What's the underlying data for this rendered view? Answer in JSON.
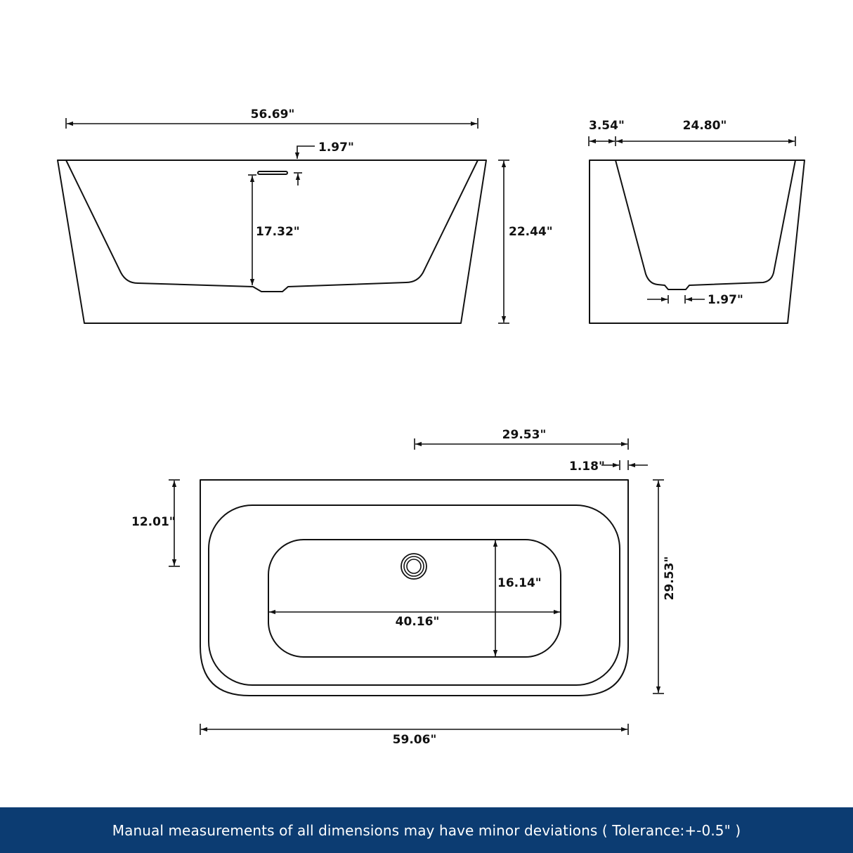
{
  "front_view": {
    "overall_length": "56.69\"",
    "overflow_height": "1.97\"",
    "inner_depth": "17.32\"",
    "overall_height": "22.44\""
  },
  "side_view": {
    "rim_offset": "3.54\"",
    "inner_width": "24.80\"",
    "drain_width": "1.97\""
  },
  "top_view": {
    "drain_to_edge": "29.53\"",
    "wall_thickness": "1.18\"",
    "drain_center_offset": "12.01\"",
    "overall_width": "29.53\"",
    "basin_width": "16.14\"",
    "basin_length": "40.16\"",
    "overall_length": "59.06\""
  },
  "footer": {
    "note": "Manual measurements of all dimensions may have minor deviations ( Tolerance:+-0.5\" )",
    "background_color": "#0c3c72"
  }
}
